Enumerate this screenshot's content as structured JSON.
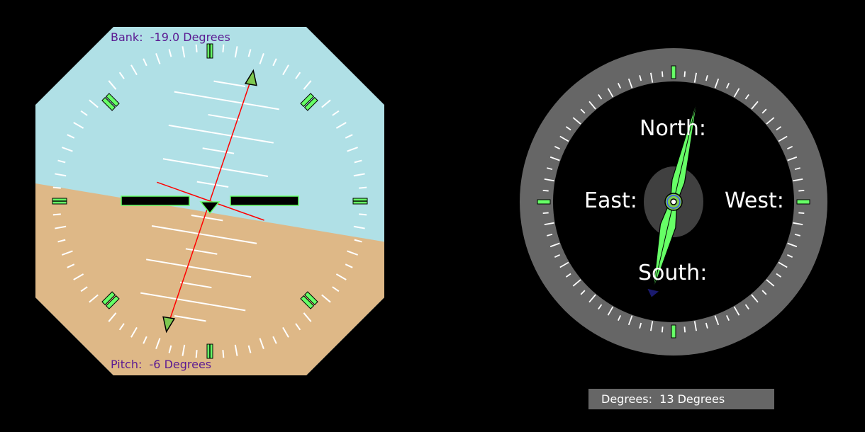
{
  "attitude_indicator": {
    "bank_label": "Bank:",
    "bank_value": "-19.0",
    "bank_unit": "Degrees",
    "pitch_label": "Pitch:",
    "pitch_value": "-6",
    "pitch_unit": "Degrees",
    "bank_degrees": -19.0,
    "pitch_degrees": -6,
    "colors": {
      "sky": "#b0e0e6",
      "ground": "#deb887",
      "marker_green": "#66ff66",
      "pointer_red": "#ff0000",
      "label_text": "#5b1a92"
    }
  },
  "compass": {
    "north_label": "North:",
    "south_label": "South:",
    "east_label": "East:",
    "west_label": "West:",
    "heading_label": "Degrees:",
    "heading_value": "13",
    "heading_unit": "Degrees",
    "heading_degrees": 13,
    "colors": {
      "bezel": "#666666",
      "dial": "#000000",
      "hub": "#404040",
      "needle": "#66ff66",
      "readout_bg": "#666666"
    }
  }
}
